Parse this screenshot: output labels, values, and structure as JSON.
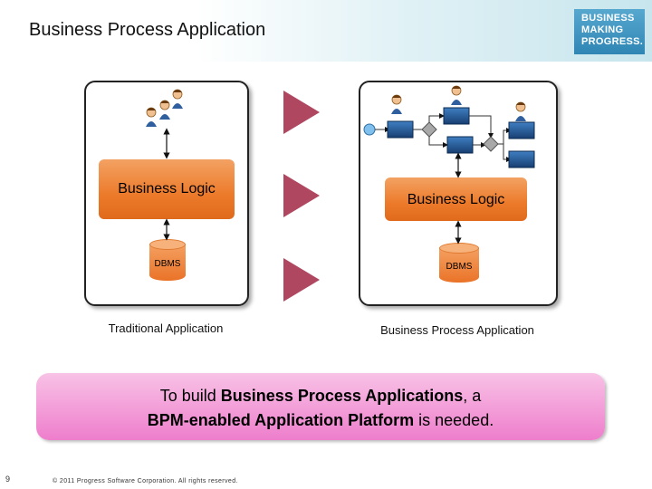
{
  "header": {
    "title": "Business Process Application"
  },
  "logo": {
    "lines": [
      "BUSINESS",
      "MAKING",
      "PROGRESS."
    ]
  },
  "left_panel": {
    "business_logic": "Business Logic",
    "dbms": "DBMS",
    "caption": "Traditional Application"
  },
  "right_panel": {
    "business_logic": "Business Logic",
    "dbms": "DBMS",
    "caption": "Business Process Application"
  },
  "callout": {
    "line1_pre": "To build ",
    "line1_bold": "Business Process Applications",
    "line1_post": ", a",
    "line2_bold": "BPM-enabled Application Platform",
    "line2_post": " is needed."
  },
  "footer": {
    "page_number": "9",
    "copyright": "© 2011 Progress Software Corporation. All rights reserved."
  },
  "colors": {
    "orange": "#ec7a2a",
    "arrow": "#b04760",
    "process_box": "#1f5fa0",
    "callout_pink": "#f29ad6"
  }
}
